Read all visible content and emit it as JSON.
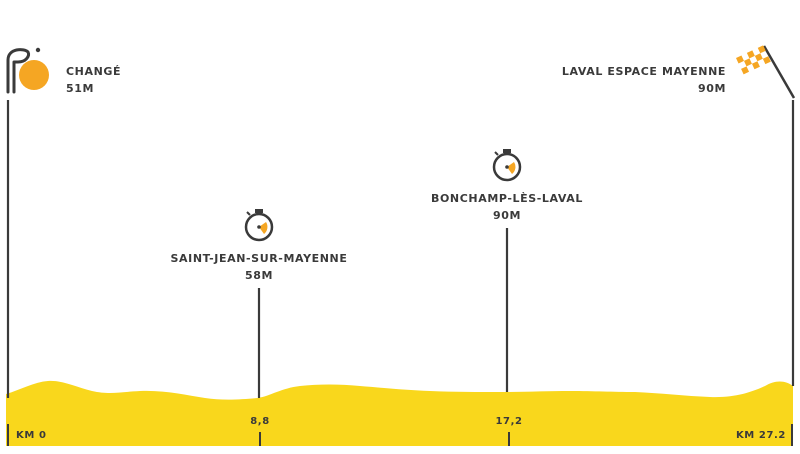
{
  "colors": {
    "terrain": "#f9d71c",
    "pole": "#3a3a3a",
    "accent": "#f5a623",
    "background": "#ffffff"
  },
  "distance_total_km": 27.2,
  "start": {
    "icon": "start-cyclist-icon",
    "name": "CHANGÉ",
    "altitude": "51M",
    "km_label": "KM 0"
  },
  "finish": {
    "icon": "checkered-flag-icon",
    "name": "LAVAL ESPACE MAYENNE",
    "altitude": "90M",
    "km_label": "KM 27.2"
  },
  "checkpoints": [
    {
      "icon": "stopwatch-icon",
      "name": "SAINT-JEAN-SUR-MAYENNE",
      "altitude": "58M",
      "km": 8.8,
      "km_label": "8,8"
    },
    {
      "icon": "stopwatch-icon",
      "name": "BONCHAMP-LÈS-LAVAL",
      "altitude": "90M",
      "km": 17.2,
      "km_label": "17,2"
    }
  ]
}
